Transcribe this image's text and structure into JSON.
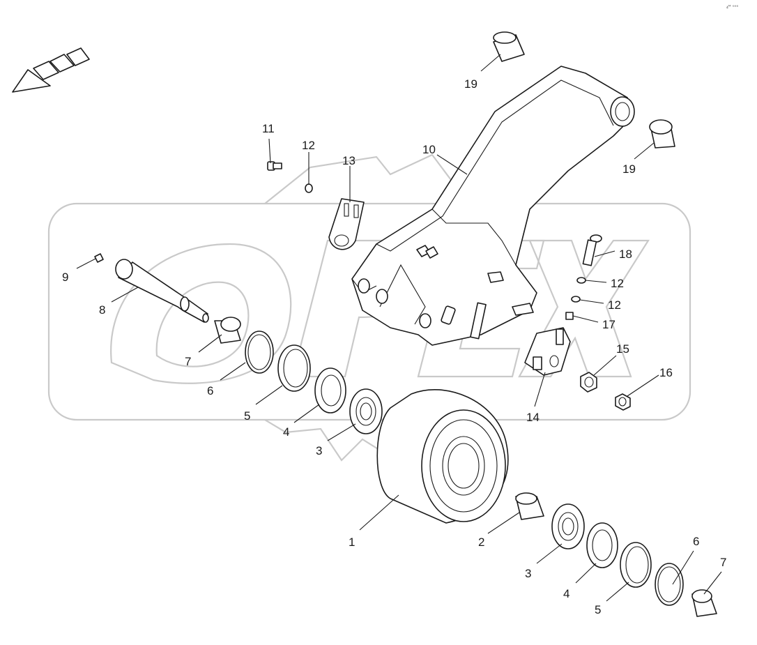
{
  "diagram": {
    "corner_mark": "₄ᴹ ᵉᵉᵉ",
    "watermark_text": "OPEX",
    "callouts": [
      {
        "id": "c1",
        "label": "1"
      },
      {
        "id": "c2",
        "label": "2"
      },
      {
        "id": "c3a",
        "label": "3"
      },
      {
        "id": "c3b",
        "label": "3"
      },
      {
        "id": "c4a",
        "label": "4"
      },
      {
        "id": "c4b",
        "label": "4"
      },
      {
        "id": "c5a",
        "label": "5"
      },
      {
        "id": "c5b",
        "label": "5"
      },
      {
        "id": "c6a",
        "label": "6"
      },
      {
        "id": "c6b",
        "label": "6"
      },
      {
        "id": "c7a",
        "label": "7"
      },
      {
        "id": "c7b",
        "label": "7"
      },
      {
        "id": "c8",
        "label": "8"
      },
      {
        "id": "c9",
        "label": "9"
      },
      {
        "id": "c10",
        "label": "10"
      },
      {
        "id": "c11",
        "label": "11"
      },
      {
        "id": "c12a",
        "label": "12"
      },
      {
        "id": "c12b",
        "label": "12"
      },
      {
        "id": "c12c",
        "label": "12"
      },
      {
        "id": "c13",
        "label": "13"
      },
      {
        "id": "c14",
        "label": "14"
      },
      {
        "id": "c15",
        "label": "15"
      },
      {
        "id": "c16",
        "label": "16"
      },
      {
        "id": "c17",
        "label": "17"
      },
      {
        "id": "c18",
        "label": "18"
      },
      {
        "id": "c19a",
        "label": "19"
      },
      {
        "id": "c19b",
        "label": "19"
      }
    ]
  }
}
